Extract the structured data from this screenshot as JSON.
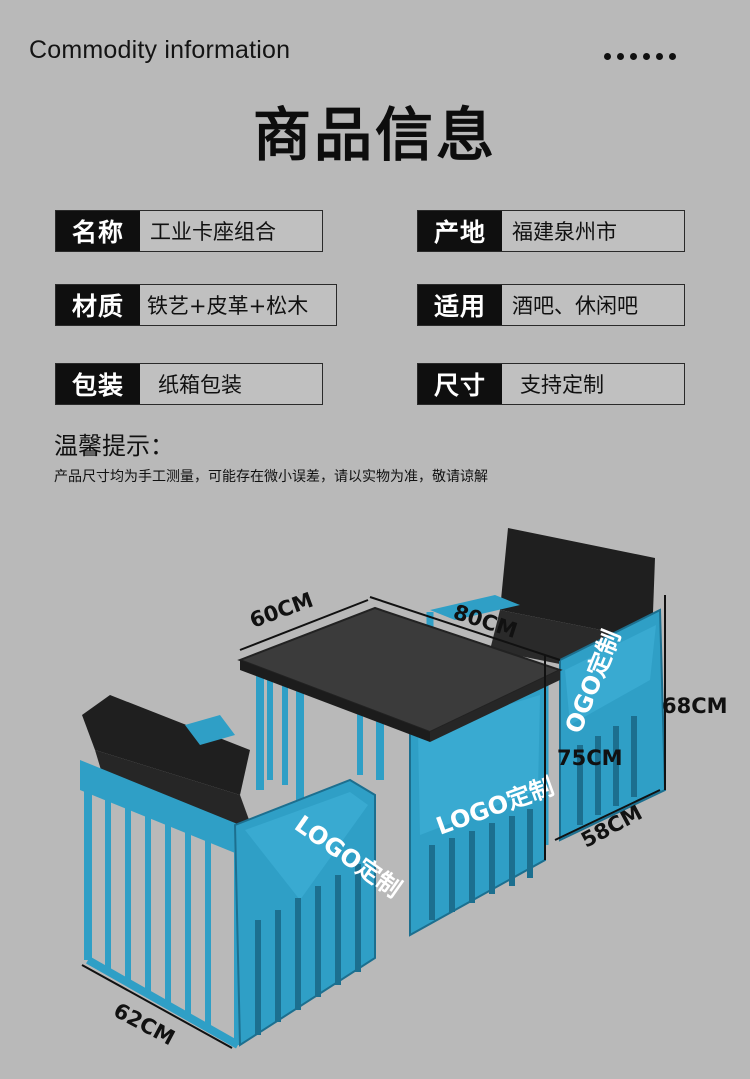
{
  "header": {
    "english_title": "Commodity information",
    "chinese_title": "商品信息"
  },
  "fields": {
    "name": {
      "label": "名称",
      "value": "工业卡座组合"
    },
    "origin": {
      "label": "产地",
      "value": "福建泉州市"
    },
    "material": {
      "label": "材质",
      "value": "铁艺+皮革+松木"
    },
    "usage": {
      "label": "适用",
      "value": "酒吧、休闲吧"
    },
    "packing": {
      "label": "包装",
      "value": "纸箱包装"
    },
    "size": {
      "label": "尺寸",
      "value": "支持定制"
    }
  },
  "notice": {
    "title": "温馨提示：",
    "text": "产品尺寸均为手工测量，可能存在微小误差，请以实物为准，敬请谅解"
  },
  "product": {
    "dimensions": {
      "table_depth": "60CM",
      "table_width": "80CM",
      "chair_height": "68CM",
      "table_height": "75CM",
      "chair_depth": "58CM",
      "chair_width": "62CM"
    },
    "logo_text_chair_front": "LOGO定制",
    "logo_text_table": "LOGO定制",
    "logo_text_chair_back": "OGO定制",
    "colors": {
      "frame": "#2f9fc6",
      "seat": "#1e1e1e",
      "tabletop": "#3a3a3a"
    }
  }
}
